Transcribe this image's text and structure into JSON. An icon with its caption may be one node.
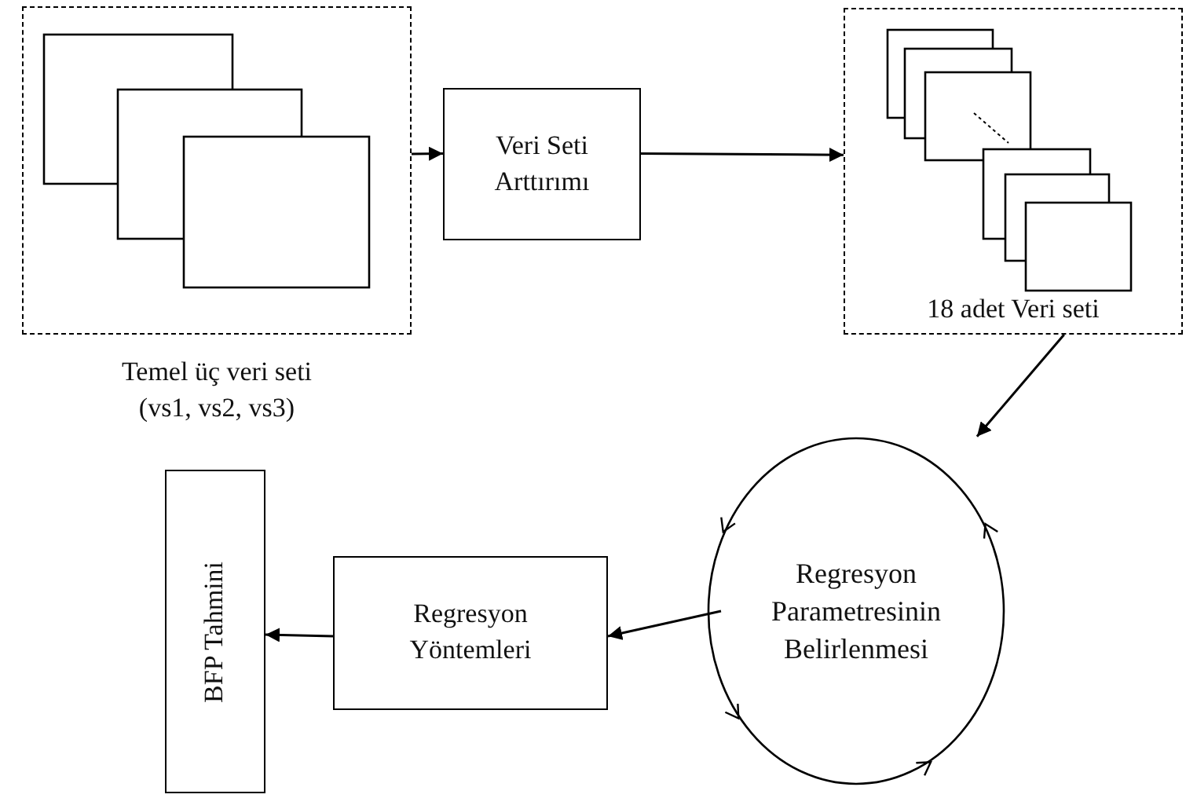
{
  "diagram": {
    "nodes": [
      {
        "text": [
          "Temel üç veri seti (vs1, vs2, vs3)"
        ]
      },
      {
        "text": [
          "Veri Seti Arttırımı"
        ]
      },
      {
        "text": [
          "18 adet Veri seti"
        ]
      },
      {
        "text": [
          "Regresyon Parametresinin Belirlenmesi"
        ]
      },
      {
        "text": [
          "Regresyon Yöntemleri"
        ]
      },
      {
        "text": [
          "BFP Tahmini"
        ]
      }
    ],
    "edges": [
      {
        "from": 0,
        "to": 1,
        "arrow": "to"
      },
      {
        "from": 1,
        "to": 2,
        "arrow": "to"
      },
      {
        "from": 2,
        "to": 3,
        "arrow": "to"
      },
      {
        "from": 3,
        "to": 4,
        "arrow": "to"
      },
      {
        "from": 4,
        "to": 5,
        "arrow": "to"
      }
    ]
  }
}
